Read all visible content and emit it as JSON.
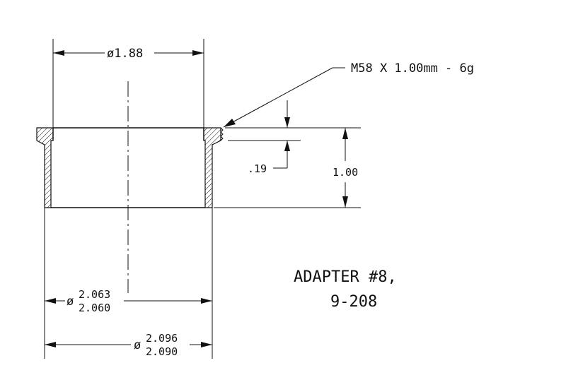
{
  "drawing": {
    "title_line1": "ADAPTER #8,",
    "title_line2": "9-208",
    "thread_callout": "M58 X 1.00mm - 6g",
    "dims": {
      "inner_dia_prefix": "ø",
      "inner_dia": "1.88",
      "height": "1.00",
      "flange": ".19",
      "bore_dia_prefix": "ø",
      "bore_upper": "2.063",
      "bore_lower": "2.060",
      "outer_dia_prefix": "ø",
      "outer_upper": "2.096",
      "outer_lower": "2.090"
    }
  }
}
